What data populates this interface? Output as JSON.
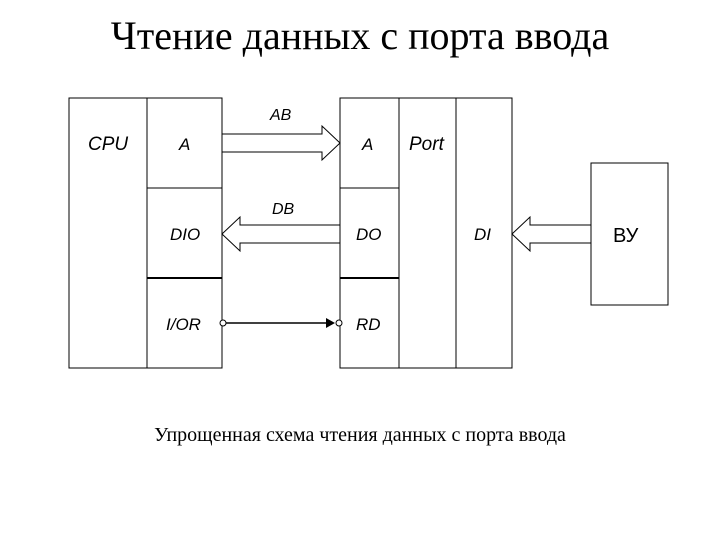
{
  "title": "Чтение данных с порта ввода",
  "caption": "Упрощенная схема чтения данных с порта ввода",
  "cpu": {
    "label": "CPU",
    "a": "A",
    "dio": "DIO",
    "ior": "I/OR"
  },
  "port": {
    "a": "A",
    "label": "Port",
    "do": "DO",
    "rd": "RD",
    "di": "DI"
  },
  "device": {
    "label": "ВУ"
  },
  "buses": {
    "ab": "AB",
    "db": "DB"
  }
}
